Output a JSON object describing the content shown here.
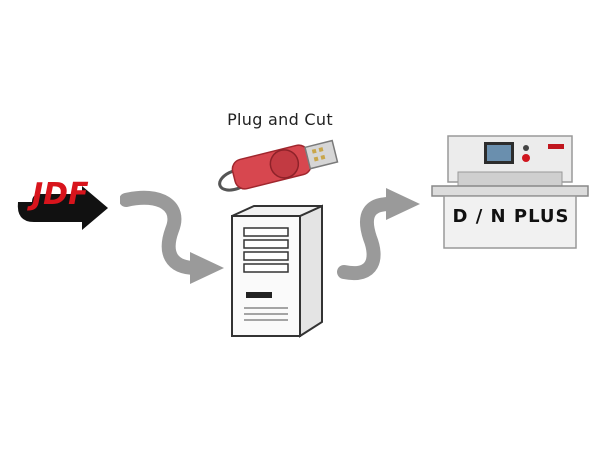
{
  "caption": "Plug and Cut",
  "logo_text": "JDF",
  "machine_label": "D / N PLUS",
  "colors": {
    "usb_red": "#d7474f",
    "arrow_gray": "#9a9a9a",
    "logo_red": "#d8141c",
    "logo_black": "#111111"
  },
  "icons": [
    "jdf-logo",
    "usb-stick-icon",
    "server-icon",
    "cutting-machine-icon",
    "arrow-icon"
  ]
}
